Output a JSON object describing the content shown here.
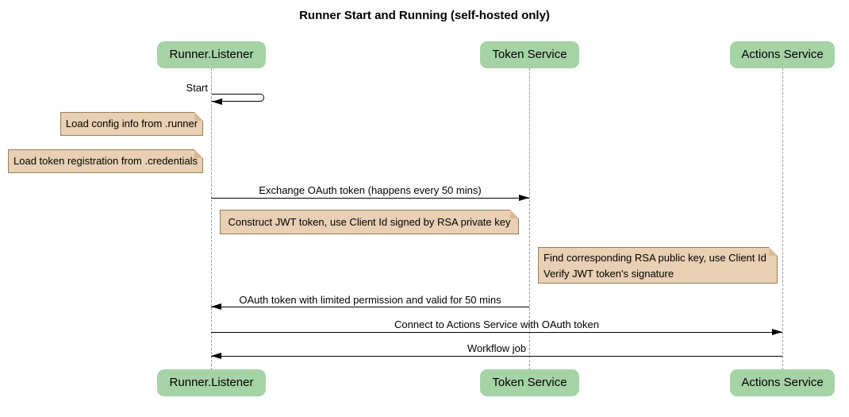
{
  "title": "Runner Start and Running (self-hosted only)",
  "colors": {
    "background": "#ffffff",
    "text_color": "#000000",
    "participant_fill": "#a6d3a6",
    "note_fill": "#e9cfb3",
    "note_border": "#9b7e55",
    "note_fold": "#d9b990",
    "lifeline_color": "#999999",
    "arrow_color": "#000000"
  },
  "participants": [
    {
      "label": "Runner.Listener"
    },
    {
      "label": "Token Service"
    },
    {
      "label": "Actions Service"
    }
  ],
  "messages": [
    {
      "label": "Start",
      "from": "Runner.Listener",
      "to": "Runner.Listener",
      "kind": "self"
    },
    {
      "label": "Exchange OAuth token (happens every 50 mins)",
      "from": "Runner.Listener",
      "to": "Token Service",
      "kind": "solid-arrow"
    },
    {
      "label": "OAuth token with limited permission and valid for 50 mins",
      "from": "Token Service",
      "to": "Runner.Listener",
      "kind": "solid-arrow"
    },
    {
      "label": "Connect to Actions Service with OAuth token",
      "from": "Runner.Listener",
      "to": "Actions Service",
      "kind": "solid-arrow"
    },
    {
      "label": "Workflow job",
      "from": "Actions Service",
      "to": "Runner.Listener",
      "kind": "solid-arrow"
    }
  ],
  "notes": [
    {
      "text": "Load config info from .runner"
    },
    {
      "text": "Load token registration from .credentials"
    },
    {
      "text": "Construct JWT token, use Client Id signed by RSA private key"
    },
    {
      "lines": [
        "Find corresponding RSA public key, use Client Id",
        "Verify JWT token's signature"
      ]
    }
  ]
}
